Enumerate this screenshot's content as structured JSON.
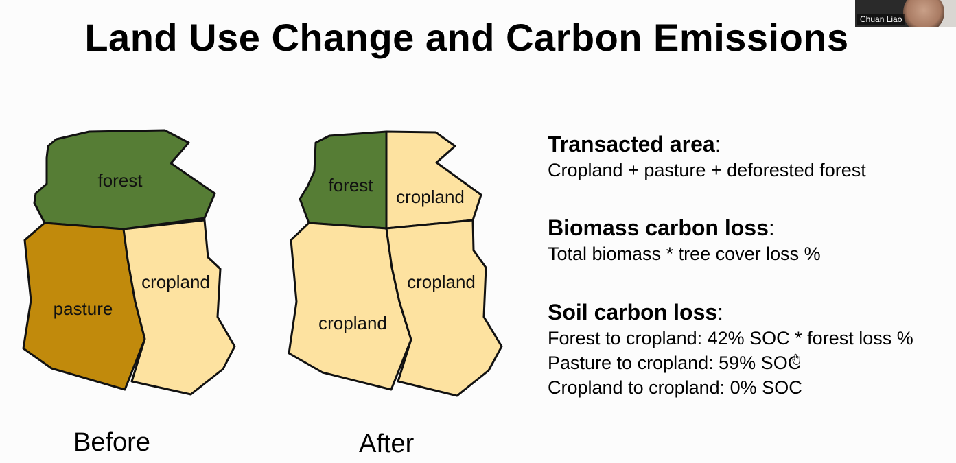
{
  "slide": {
    "title": "Land Use Change and Carbon Emissions"
  },
  "colors": {
    "forest": "#567d35",
    "pasture": "#c18a0c",
    "cropland": "#fde2a0",
    "outline": "#111111"
  },
  "before_map": {
    "caption": "Before",
    "labels": {
      "forest": "forest",
      "pasture": "pasture",
      "cropland": "cropland"
    }
  },
  "after_map": {
    "caption": "After",
    "labels": {
      "forest": "forest",
      "cropland_top_right": "cropland",
      "cropland_bottom_left": "cropland",
      "cropland_bottom_right": "cropland"
    }
  },
  "notes": {
    "transacted": {
      "heading": "Transacted area",
      "colon": ":",
      "lines": [
        "Cropland + pasture + deforested forest"
      ]
    },
    "biomass": {
      "heading": "Biomass carbon loss",
      "colon": ":",
      "lines": [
        "Total biomass * tree cover loss %"
      ]
    },
    "soil": {
      "heading": "Soil carbon loss",
      "colon": ":",
      "lines": [
        "Forest to cropland: 42% SOC * forest loss %",
        "Pasture to cropland: 59% SOC",
        "Cropland to cropland: 0% SOC"
      ]
    }
  },
  "participant_video": {
    "name": "Chuan Liao"
  }
}
